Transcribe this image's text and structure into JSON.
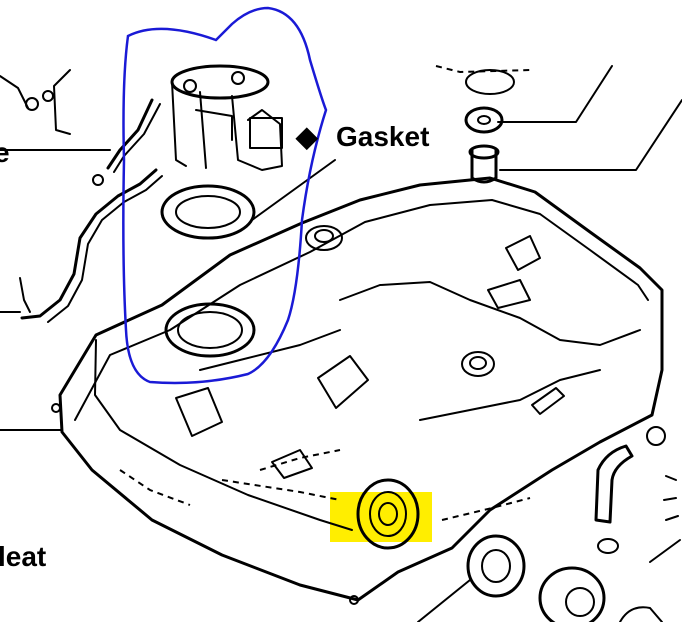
{
  "labels": {
    "gasket_marker": "◆",
    "gasket": "Gasket",
    "left_edge_fragment": "e",
    "bottom_left_fragment": "leat"
  },
  "annotations": {
    "blue_circle_color": "#1a1ad6",
    "yellow_highlight_color": "#ffee00"
  }
}
